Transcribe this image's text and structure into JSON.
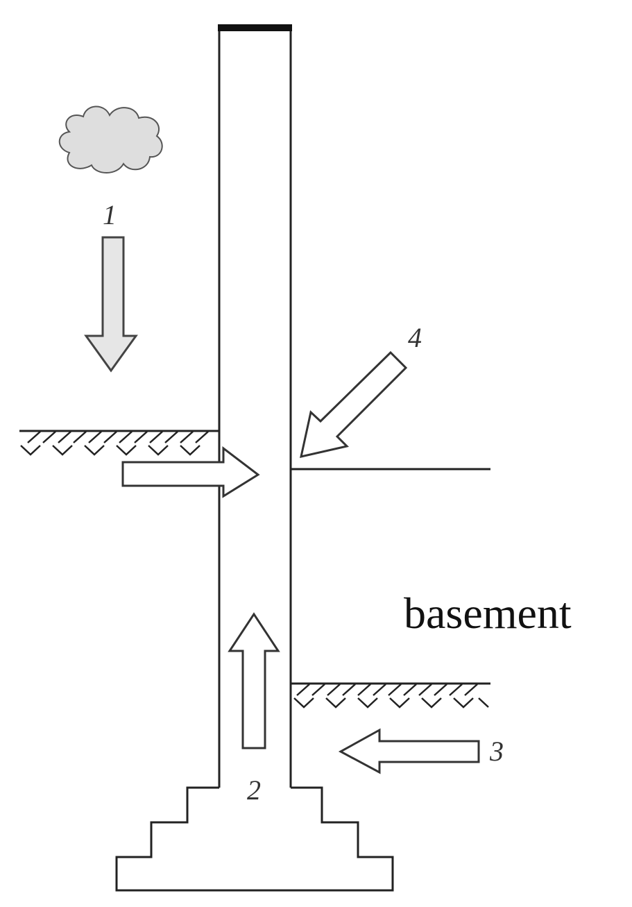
{
  "labels": {
    "rain_source": "1",
    "capillary_rise": "2",
    "ground_water": "3",
    "air_condensation": "4",
    "room": "basement"
  },
  "colors": {
    "line": "#222222",
    "cloud_fill": "#dedede",
    "grey_arrow_fill": "#e6e6e6",
    "open_arrow_fill": "#ffffff"
  },
  "icons": {
    "cloud": "cloud-icon"
  }
}
